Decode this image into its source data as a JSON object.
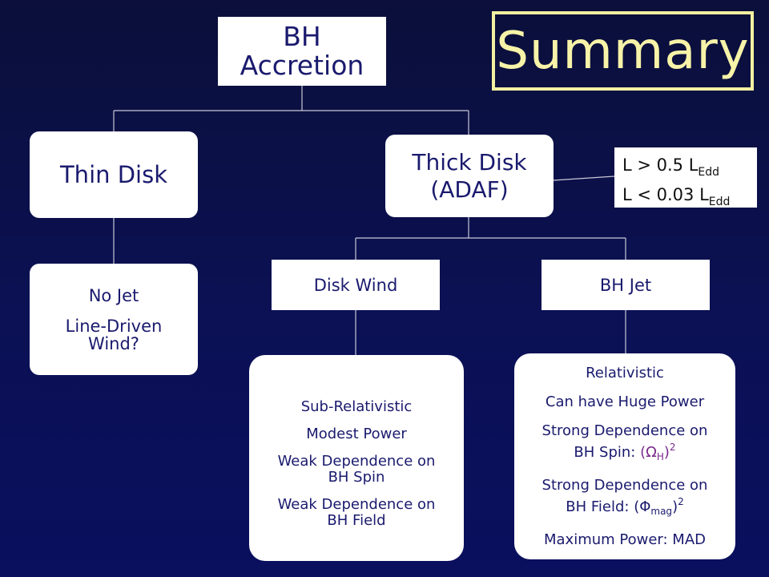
{
  "title": "Summary",
  "nodes": {
    "root": {
      "line1": "BH",
      "line2": "Accretion"
    },
    "thin_disk": {
      "label": "Thin Disk"
    },
    "thick_disk": {
      "line1": "Thick Disk",
      "line2": "(ADAF)"
    },
    "no_jet": {
      "line1": "No Jet",
      "line2": "Line-Driven",
      "line3": "Wind?"
    },
    "disk_wind": {
      "label": "Disk Wind"
    },
    "bh_jet": {
      "label": "BH Jet"
    },
    "sub_relativistic": {
      "items": [
        "Sub-Relativistic",
        "Modest Power",
        "Weak Dependence on",
        "BH Spin",
        "Weak Dependence on",
        "BH Field"
      ]
    },
    "relativistic": {
      "item1": "Relativistic",
      "item2": "Can have Huge Power",
      "item3_line1": "Strong Dependence on",
      "item3_prefix": "BH Spin: ",
      "item3_sym_open": "(Ω",
      "item3_sym_sub": "H",
      "item3_sym_close": ")",
      "item3_sup": "2",
      "item4_line1": "Strong Dependence on",
      "item4_prefix": "BH Field: ",
      "item4_sym_open": "(Φ",
      "item4_sym_sub": "mag",
      "item4_sym_close": ")",
      "item4_sup": "2",
      "item5": "Maximum Power: MAD"
    }
  },
  "luminosity": {
    "line1_prefix": "L > 0.5 L",
    "line1_sub": "Edd",
    "line2_prefix": "L < 0.03 L",
    "line2_sub": "Edd"
  },
  "colors": {
    "background": "#0b1154",
    "title": "#f7f3a8",
    "node_text": "#1a1a6e",
    "accent_symbol": "#7a2a8c"
  }
}
